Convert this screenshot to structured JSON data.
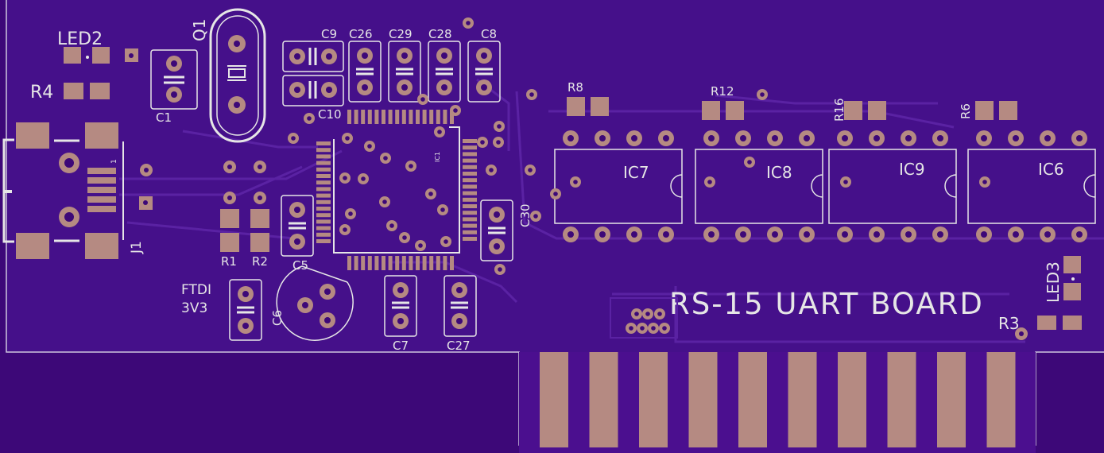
{
  "board": {
    "title": "RS-15 UART BOARD",
    "colors": {
      "background": "#3d0878",
      "board": "#4b0f8f",
      "trace": "#5a20a0",
      "pad": "#b58a82",
      "silk": "#e6e6e6"
    }
  },
  "labels": {
    "led2": "LED2",
    "r4": "R4",
    "q1": "Q1",
    "c1": "C1",
    "c9": "C9",
    "c26": "C26",
    "c29": "C29",
    "c28": "C28",
    "c8": "C8",
    "c10": "C10",
    "ic1": "IC1",
    "c30": "C30",
    "r8": "R8",
    "r12": "R12",
    "r16": "R16",
    "r6": "R6",
    "ic7": "IC7",
    "ic8": "IC8",
    "ic9": "IC9",
    "ic6": "IC6",
    "j1": "J1",
    "j1_pin1": "1",
    "r1": "R1",
    "r2": "R2",
    "c5": "C5",
    "ftdi": "FTDI",
    "v33": "3V3",
    "c6": "C6",
    "c7": "C7",
    "c27": "C27",
    "led3": "LED3",
    "r3": "R3"
  }
}
